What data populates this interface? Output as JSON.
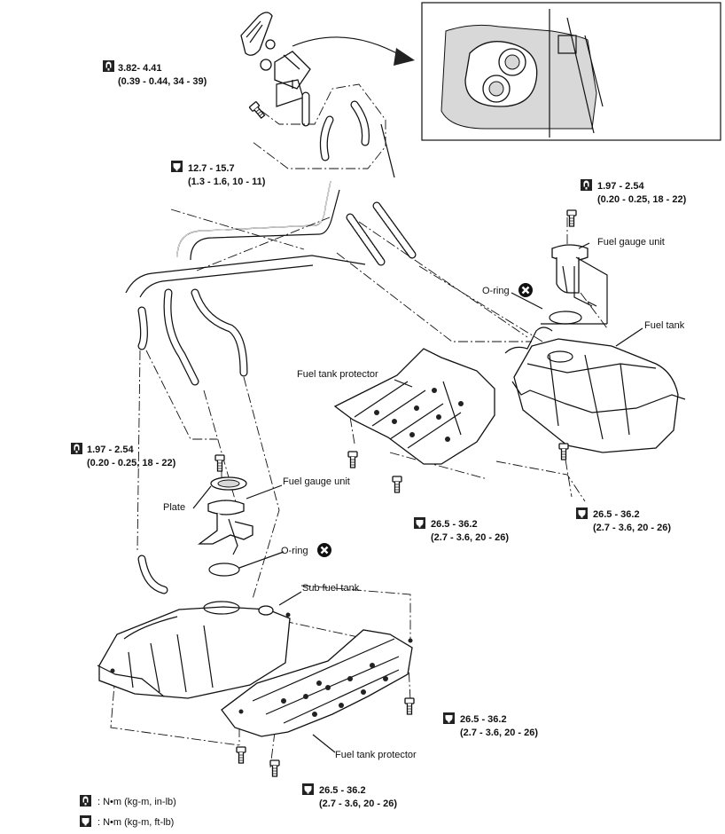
{
  "torque_labels": [
    {
      "id": "t1",
      "value": "3.82- 4.41",
      "conv": "(0.39 - 0.44, 34 - 39)",
      "unit_icon": "torque-in-lb-icon"
    },
    {
      "id": "t2",
      "value": "12.7 - 15.7",
      "conv": "(1.3 - 1.6, 10 - 11)",
      "unit_icon": "torque-ft-lb-icon"
    },
    {
      "id": "t3",
      "value": "1.97 - 2.54",
      "conv": "(0.20 - 0.25, 18 - 22)",
      "unit_icon": "torque-in-lb-icon"
    },
    {
      "id": "t4",
      "value": "1.97 - 2.54",
      "conv": "(0.20 - 0.25, 18 - 22)",
      "unit_icon": "torque-in-lb-icon"
    },
    {
      "id": "t5",
      "value": "26.5 - 36.2",
      "conv": "(2.7 - 3.6, 20 - 26)",
      "unit_icon": "torque-ft-lb-icon"
    },
    {
      "id": "t6",
      "value": "26.5 - 36.2",
      "conv": "(2.7 - 3.6, 20 - 26)",
      "unit_icon": "torque-ft-lb-icon"
    },
    {
      "id": "t7",
      "value": "26.5 - 36.2",
      "conv": "(2.7 - 3.6, 20 - 26)",
      "unit_icon": "torque-ft-lb-icon"
    },
    {
      "id": "t8",
      "value": "26.5 - 36.2",
      "conv": "(2.7 - 3.6, 20 - 26)",
      "unit_icon": "torque-ft-lb-icon"
    }
  ],
  "part_labels": {
    "fuel_gauge_unit_main": "Fuel gauge unit",
    "oring_main": "O-ring",
    "fuel_tank": "Fuel tank",
    "fuel_tank_protector_main": "Fuel tank protector",
    "fuel_gauge_unit_sub": "Fuel gauge unit",
    "plate": "Plate",
    "oring_sub": "O-ring",
    "sub_fuel_tank": "Sub fuel tank",
    "fuel_tank_protector_sub": "Fuel tank protector"
  },
  "legend": [
    {
      "icon": "torque-in-lb-icon",
      "text": ": N•m (kg-m, in-lb)"
    },
    {
      "icon": "torque-ft-lb-icon",
      "text": ": N•m (kg-m, ft-lb)"
    }
  ]
}
